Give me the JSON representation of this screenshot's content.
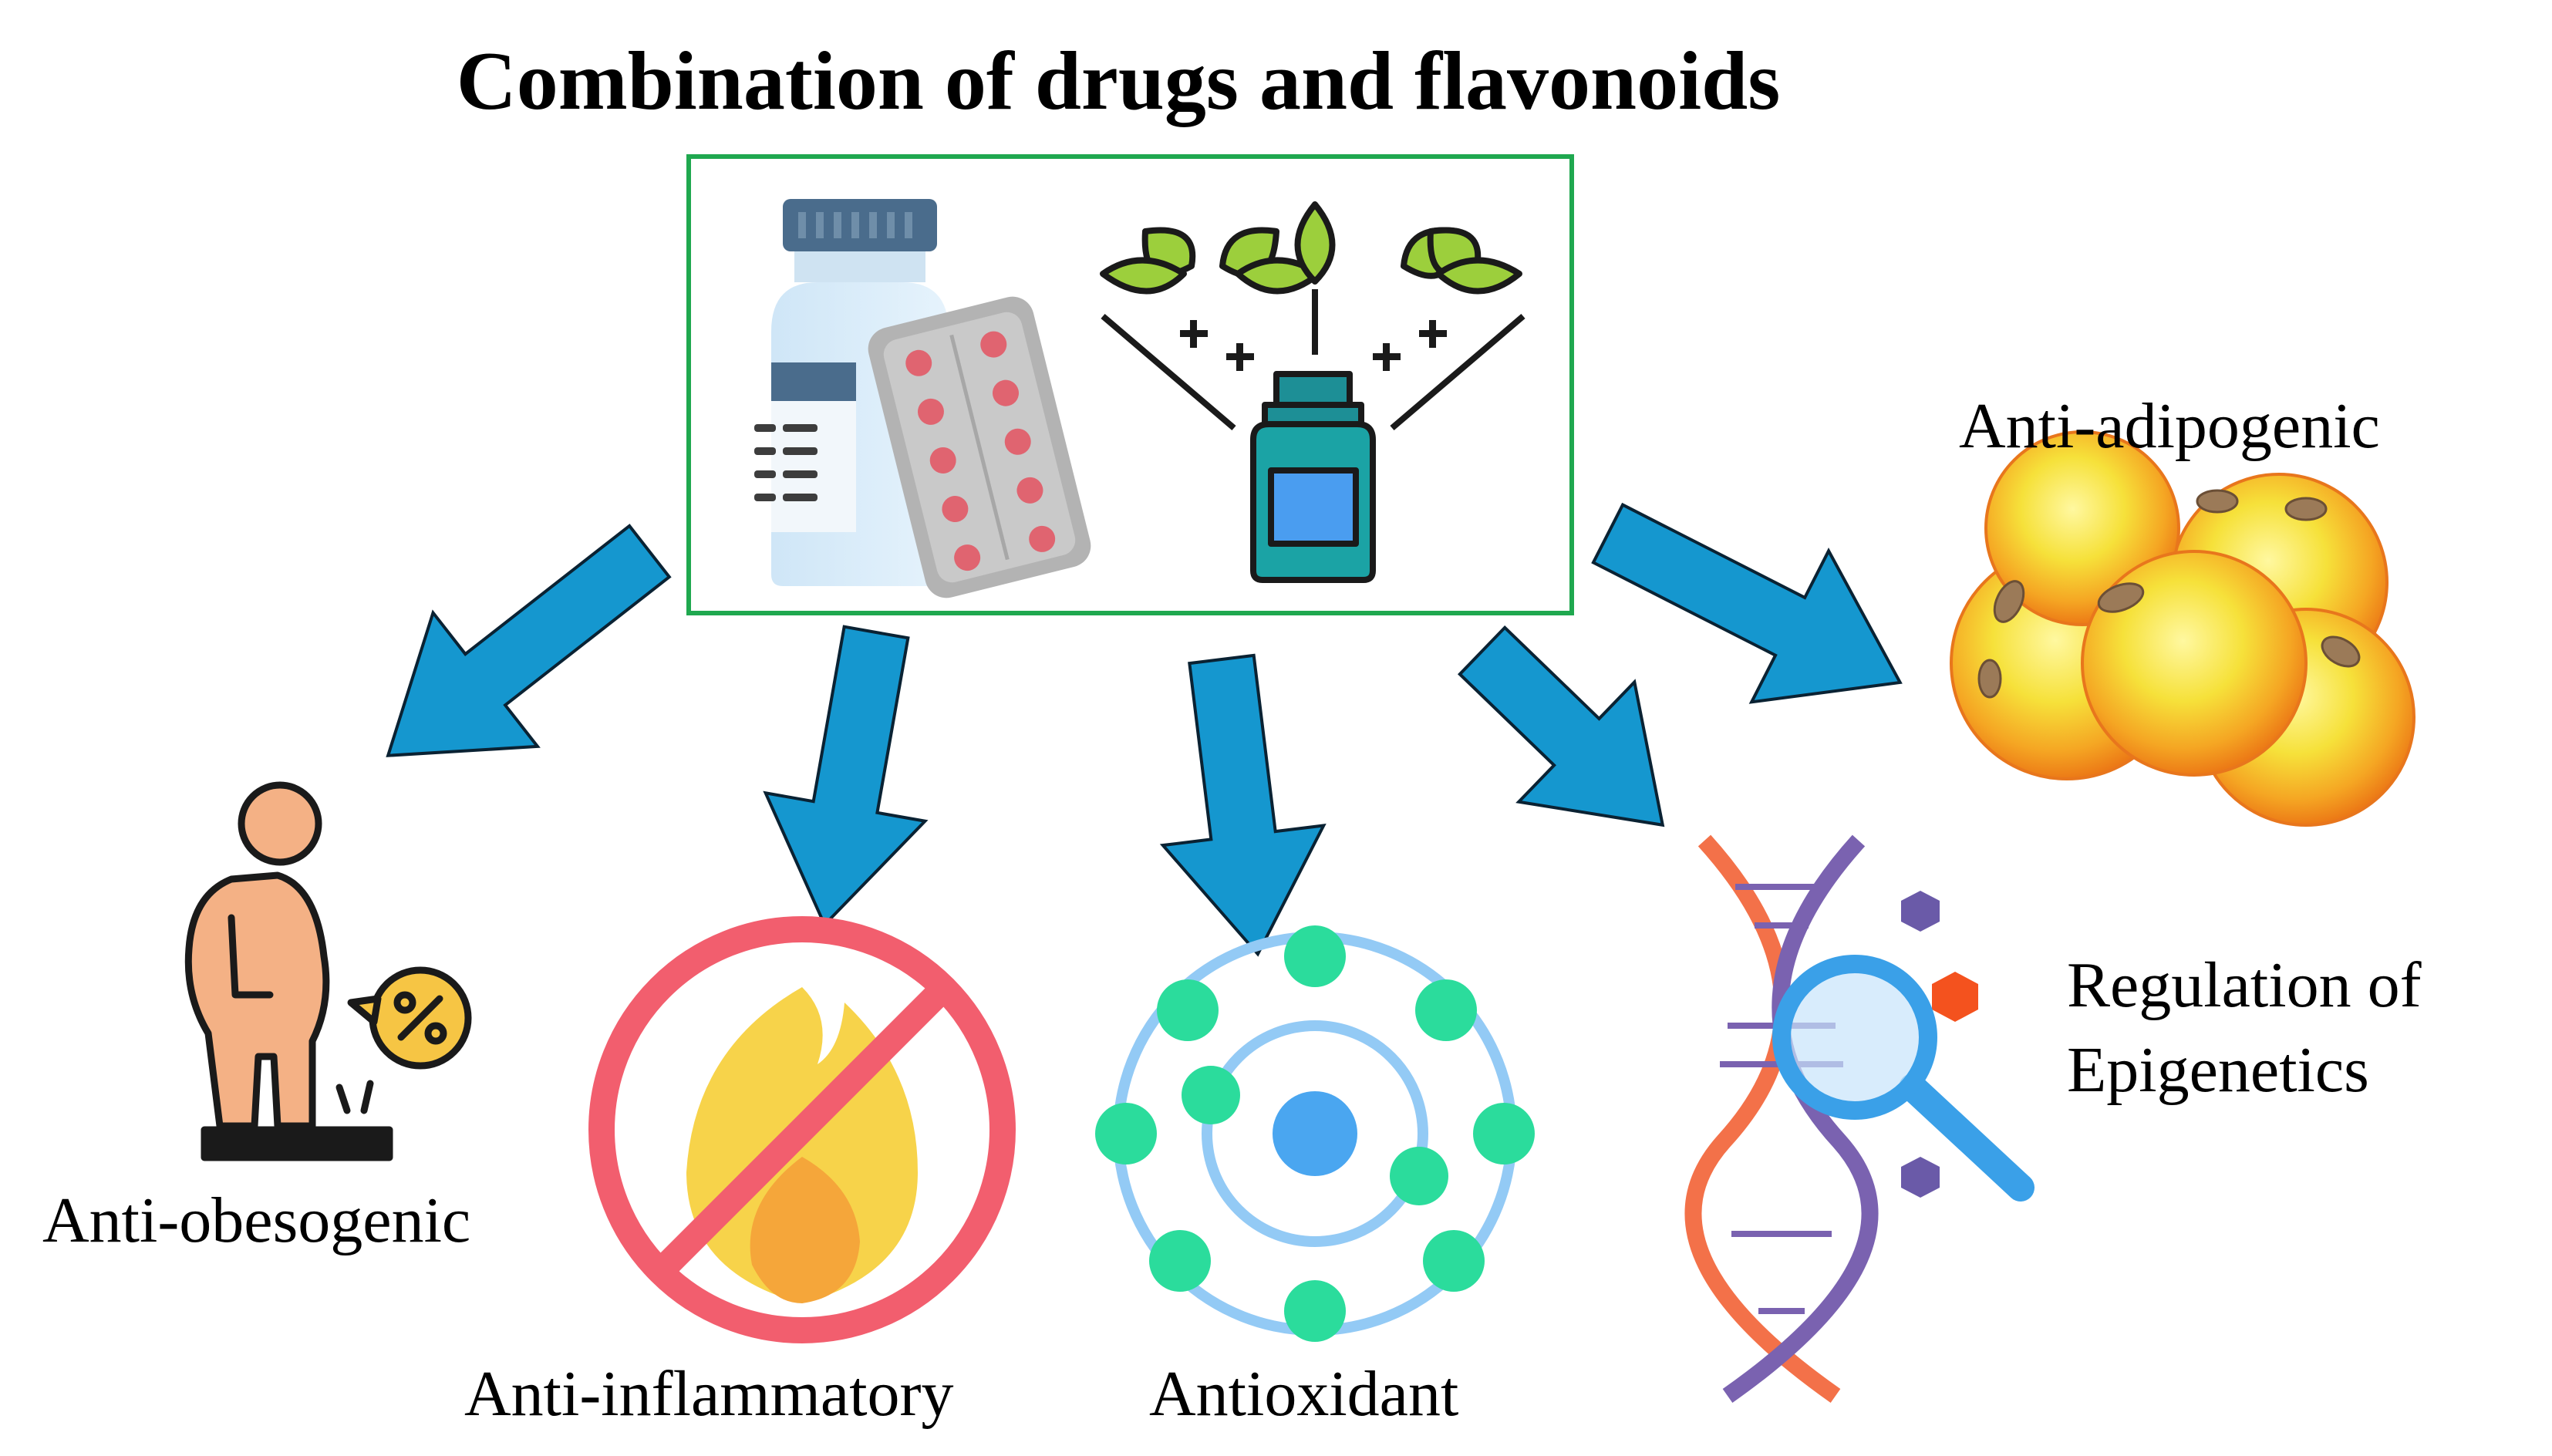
{
  "title": "Combination of drugs and flavonoids",
  "center_box": {
    "border_color": "#1fa84f",
    "icons": [
      "medicine-bottle-icon",
      "pill-blister-icon",
      "plant-extract-vial-icon"
    ]
  },
  "arrow_color": "#1597cf",
  "effects": {
    "obesogenic": {
      "label": "Anti-obesogenic",
      "icon": "weight-scale-person-icon"
    },
    "inflammatory": {
      "label": "Anti-inflammatory",
      "icon": "no-fire-icon"
    },
    "antioxidant": {
      "label": "Antioxidant",
      "icon": "atom-electrons-icon"
    },
    "epigenetics": {
      "label_line1": "Regulation of",
      "label_line2": "Epigenetics",
      "icon": "dna-magnifier-icon"
    },
    "adipogenic": {
      "label": "Anti-adipogenic",
      "icon": "fat-cells-icon"
    }
  }
}
